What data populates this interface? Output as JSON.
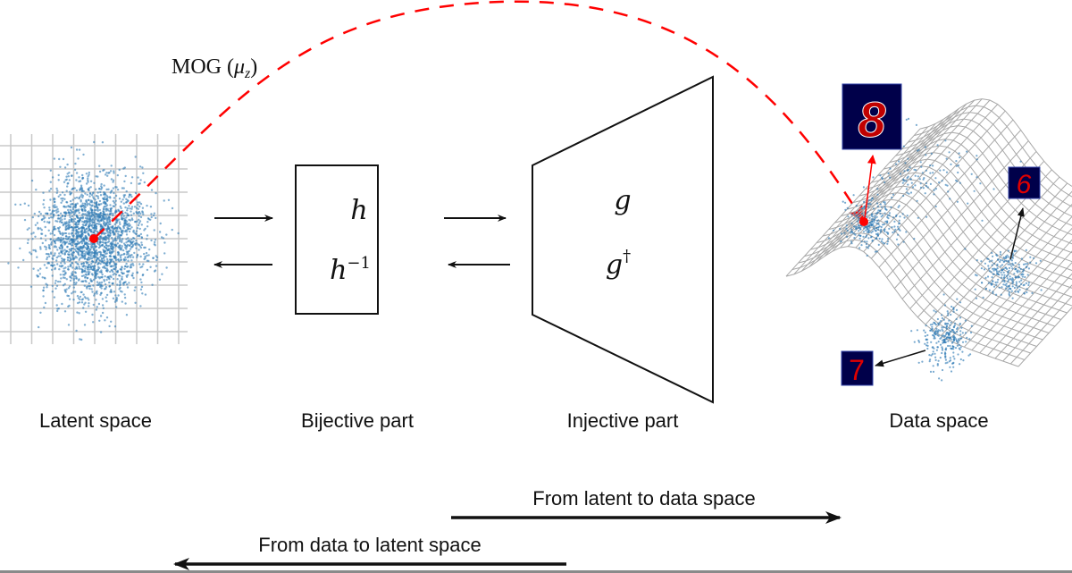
{
  "title_annotation": {
    "prefix": "MOG (",
    "symbol": "μ",
    "subscript": "z",
    "suffix": ")"
  },
  "stages": [
    {
      "id": "latent",
      "label": "Latent space"
    },
    {
      "id": "bijective",
      "label": "Bijective part",
      "forward": "h",
      "inverse": "h",
      "inverse_sup": "−1"
    },
    {
      "id": "injective",
      "label": "Injective part",
      "forward": "g",
      "inverse": "g",
      "inverse_sup": "†"
    },
    {
      "id": "data",
      "label": "Data space"
    }
  ],
  "digit_samples": [
    {
      "digit": "8",
      "highlighted": true
    },
    {
      "digit": "6",
      "highlighted": false
    },
    {
      "digit": "7",
      "highlighted": false
    }
  ],
  "direction_arrows": {
    "forward": "From latent to data space",
    "backward": "From data to latent space"
  },
  "colors": {
    "scatter": "#2f7bb6",
    "highlight": "#ff0000",
    "grid": "#c8c8c8",
    "mesh": "#a8a8a8",
    "digit_bg": "#00004a",
    "digit_stroke": "#d00000"
  }
}
